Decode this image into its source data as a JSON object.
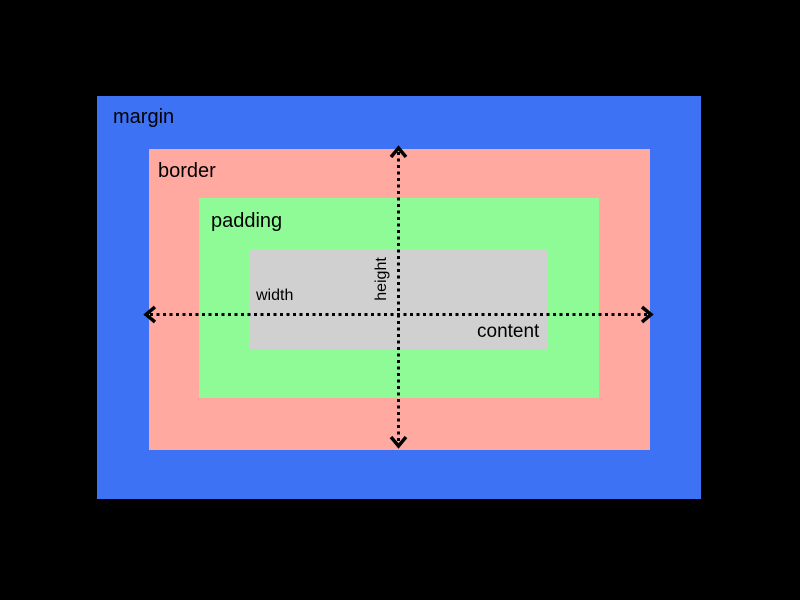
{
  "canvas": {
    "background": "#000000"
  },
  "boxes": {
    "margin": {
      "label": "margin",
      "color": "#3d72f5"
    },
    "border": {
      "label": "border",
      "color": "#ffa9a0"
    },
    "padding": {
      "label": "padding",
      "color": "#8efb96"
    },
    "content": {
      "label": "content",
      "color": "#d0d0d0"
    }
  },
  "arrows": {
    "width_label": "width",
    "height_label": "height",
    "color": "#000000"
  },
  "text_color": "#000000"
}
